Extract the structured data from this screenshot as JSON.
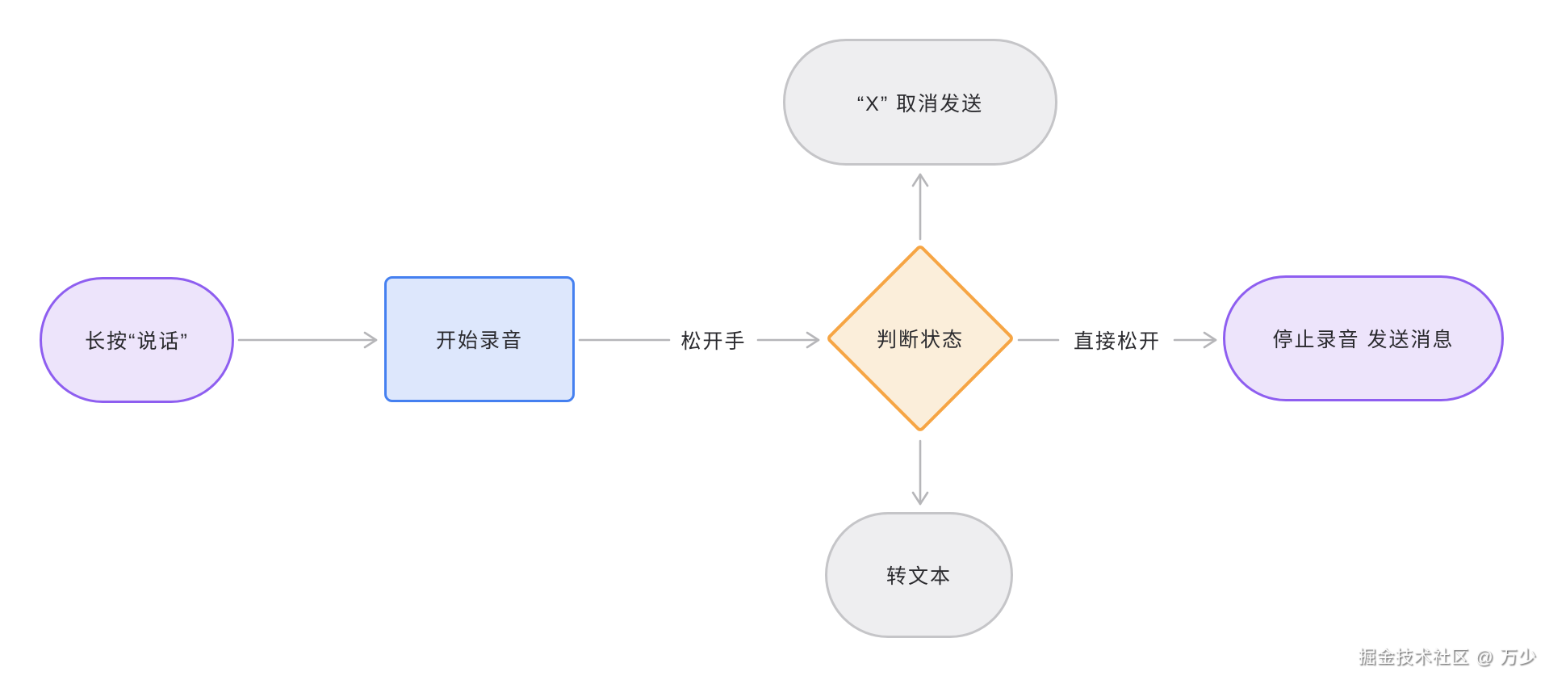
{
  "diagram": {
    "type": "flowchart",
    "background": "#ffffff",
    "nodes": {
      "longpress": {
        "label": "长按“说话”",
        "shape": "stadium",
        "fill": "#ede4fb",
        "border": "#8e5ef0"
      },
      "start_record": {
        "label": "开始录音",
        "shape": "rect",
        "fill": "#dde7fc",
        "border": "#4580f0"
      },
      "judge": {
        "label": "判断状态",
        "shape": "diamond",
        "fill": "#fbeeda",
        "border": "#f6a544"
      },
      "cancel": {
        "label": "“X” 取消发送",
        "shape": "stadium",
        "fill": "#eeeef0",
        "border": "#c5c5c8"
      },
      "stop_send": {
        "label": "停止录音 发送消息",
        "shape": "stadium",
        "fill": "#ede4fb",
        "border": "#8e5ef0"
      },
      "to_text": {
        "label": "转文本",
        "shape": "stadium",
        "fill": "#eeeef0",
        "border": "#c5c5c8"
      }
    },
    "edges": [
      {
        "from": "longpress",
        "to": "start_record",
        "label": ""
      },
      {
        "from": "start_record",
        "to": "judge",
        "label": "松开手"
      },
      {
        "from": "judge",
        "to": "cancel",
        "label": ""
      },
      {
        "from": "judge",
        "to": "stop_send",
        "label": "直接松开"
      },
      {
        "from": "judge",
        "to": "to_text",
        "label": ""
      }
    ],
    "colors": {
      "arrow": "#b6b6b9",
      "text": "#2a2a2e"
    }
  },
  "watermark": "掘金技术社区 @ 万少"
}
